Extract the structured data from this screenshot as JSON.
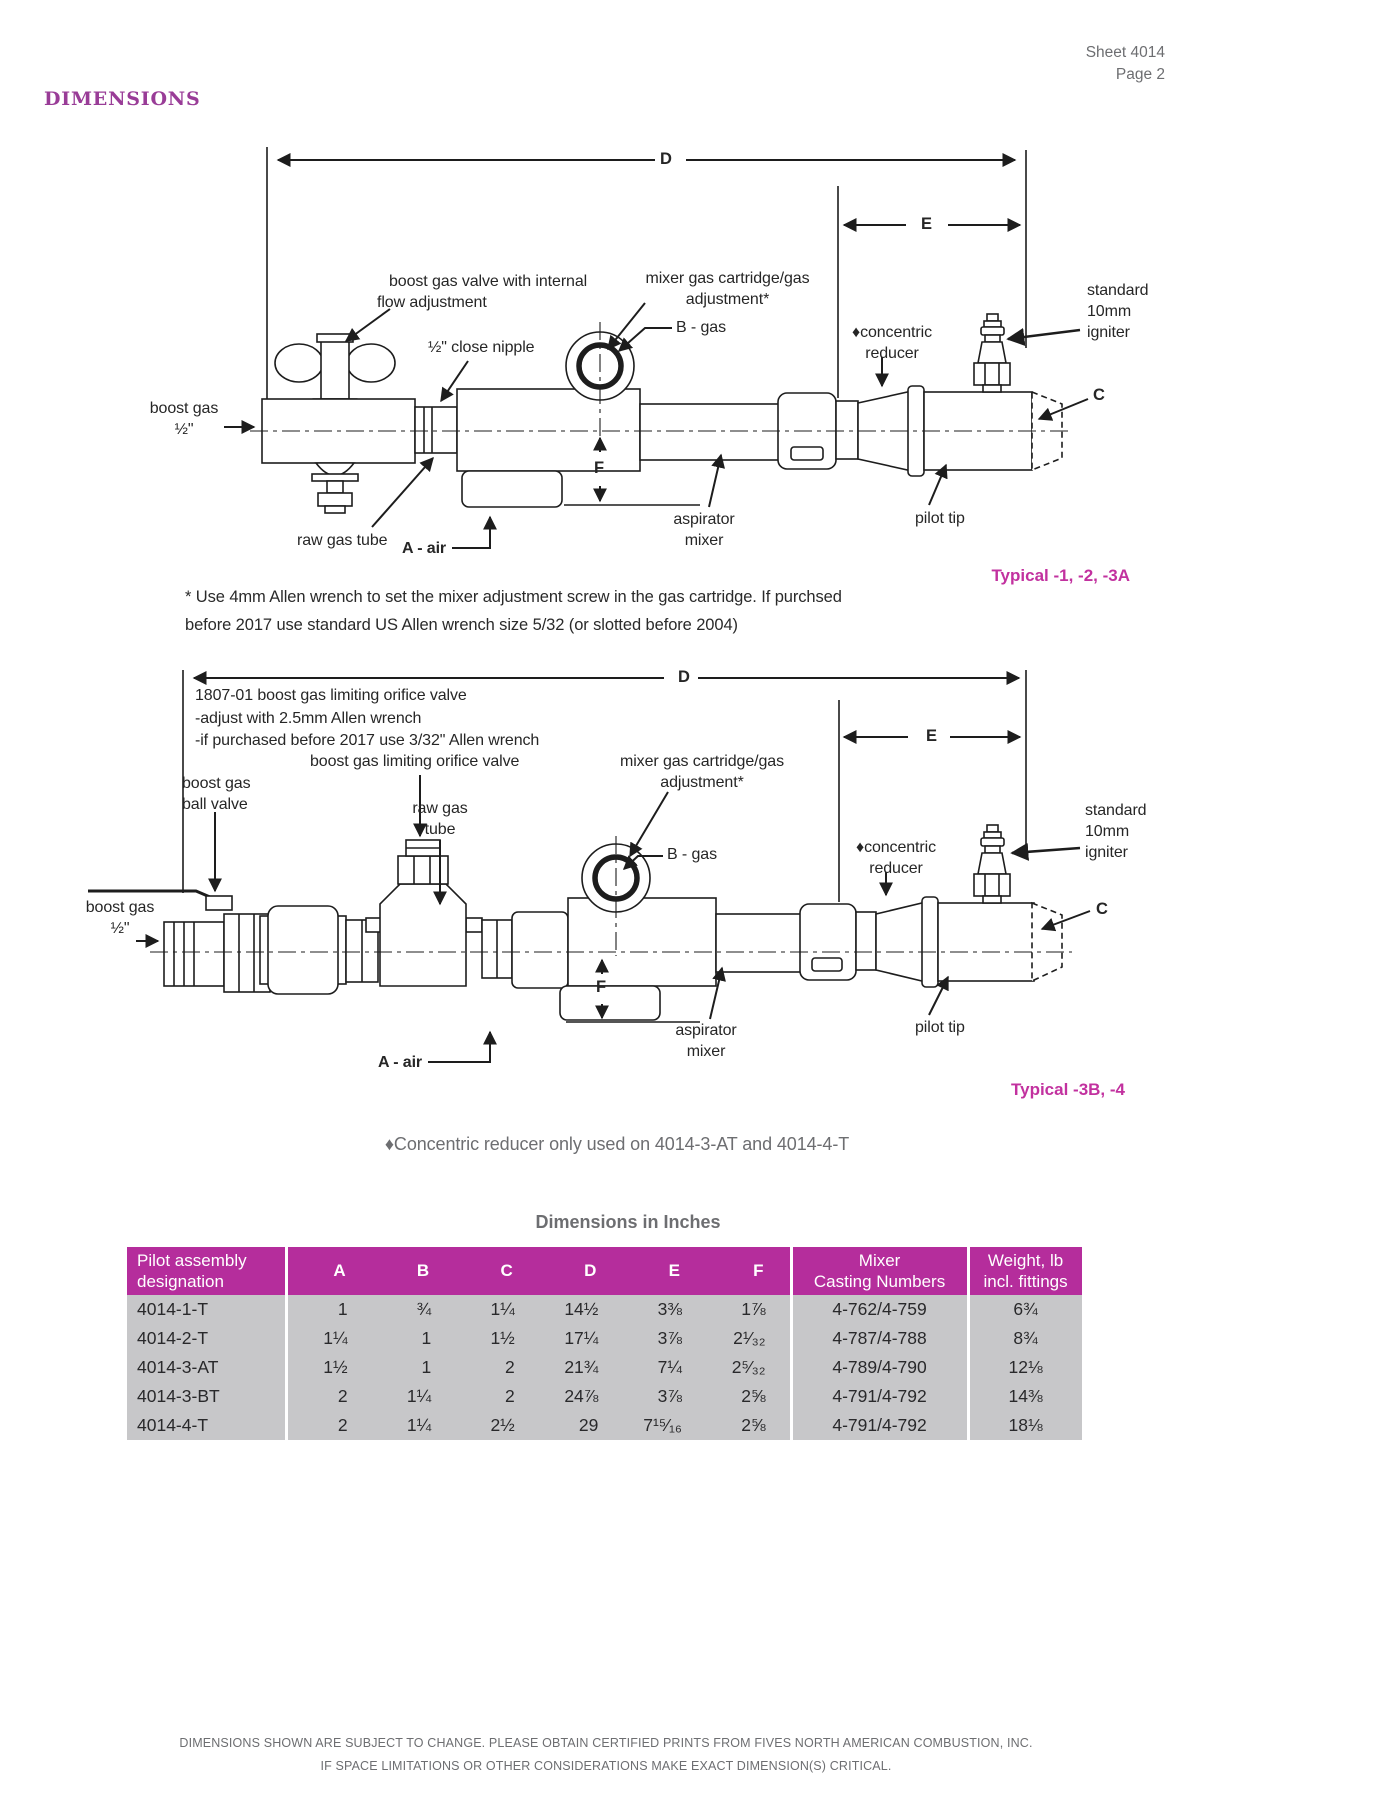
{
  "colors": {
    "accent_magenta": "#b52d9c",
    "title_purple": "#993c97",
    "typical_magenta": "#c2319f",
    "gray_text": "#6d6e71",
    "table_row_gray": "#c7c7c9",
    "ink": "#262626"
  },
  "header": {
    "sheet": "Sheet 4014",
    "page": "Page 2"
  },
  "title": "DIMENSIONS",
  "diagram1": {
    "dim_d": "D",
    "dim_e": "E",
    "dim_f": "F",
    "dim_c": "C",
    "boost_valve_1": "boost gas valve with internal",
    "boost_valve_2": "flow adjustment",
    "close_nipple": "½\" close nipple",
    "mixer_cart_1": "mixer gas cartridge/gas",
    "mixer_cart_2": "adjustment*",
    "b_gas": "B - gas",
    "concentric_1": "♦concentric",
    "concentric_2": "reducer",
    "igniter_1": "standard",
    "igniter_2": "10mm",
    "igniter_3": "igniter",
    "boost_gas_1": "boost gas",
    "boost_gas_2": "½\"",
    "raw_gas": "raw gas tube",
    "a_air": "A - air",
    "aspirator_1": "aspirator",
    "aspirator_2": "mixer",
    "pilot_tip": "pilot tip",
    "typical": "Typical -1, -2, -3A"
  },
  "footnote": {
    "line1": "* Use 4mm Allen wrench to set the mixer adjustment screw in the gas cartridge. If purchsed",
    "line2": "before 2017 use standard US Allen wrench size 5/32 (or slotted before 2004)"
  },
  "diagram2": {
    "dim_d": "D",
    "dim_e": "E",
    "dim_f": "F",
    "dim_c": "C",
    "orifice_note_1": "1807-01 boost gas limiting orifice valve",
    "orifice_note_2": "-adjust with 2.5mm Allen wrench",
    "orifice_note_3": "-if purchased before 2017 use 3/32\" Allen wrench",
    "orifice_valve": "boost gas limiting orifice valve",
    "ball_valve_1": "boost gas",
    "ball_valve_2": "ball valve",
    "raw_gas_1": "raw gas",
    "raw_gas_2": "tube",
    "mixer_cart_1": "mixer gas cartridge/gas",
    "mixer_cart_2": "adjustment*",
    "b_gas": "B - gas",
    "concentric_1": "♦concentric",
    "concentric_2": "reducer",
    "igniter_1": "standard",
    "igniter_2": "10mm",
    "igniter_3": "igniter",
    "boost_gas_1": "boost gas",
    "boost_gas_2": "½\"",
    "a_air": "A - air",
    "aspirator_1": "aspirator",
    "aspirator_2": "mixer",
    "pilot_tip": "pilot tip",
    "typical": "Typical -3B, -4"
  },
  "reducer_note": "♦Concentric reducer only used on 4014-3-AT and 4014-4-T",
  "table": {
    "title": "Dimensions in Inches",
    "headers": {
      "designation": [
        "Pilot assembly",
        "designation"
      ],
      "a": "A",
      "b": "B",
      "c": "C",
      "d": "D",
      "e": "E",
      "f": "F",
      "mixer": [
        "Mixer",
        "Casting Numbers"
      ],
      "weight": [
        "Weight, lb",
        "incl. fittings"
      ]
    },
    "rows": [
      {
        "name": "4014-1-T",
        "a": "1",
        "b": "¾",
        "c": "1¼",
        "d": "14½",
        "e": "3⅜",
        "f": "1⅞",
        "mixer": "4-762/4-759",
        "weight": "6¾"
      },
      {
        "name": "4014-2-T",
        "a": "1¼",
        "b": "1",
        "c": "1½",
        "d": "17¼",
        "e": "3⅞",
        "f": "2¹⁄₃₂",
        "mixer": "4-787/4-788",
        "weight": "8¾"
      },
      {
        "name": "4014-3-AT",
        "a": "1½",
        "b": "1",
        "c": "2",
        "d": "21¾",
        "e": "7¼",
        "f": "2⁵⁄₃₂",
        "mixer": "4-789/4-790",
        "weight": "12⅛"
      },
      {
        "name": "4014-3-BT",
        "a": "2",
        "b": "1¼",
        "c": "2",
        "d": "24⅞",
        "e": "3⅞",
        "f": "2⅝",
        "mixer": "4-791/4-792",
        "weight": "14⅜"
      },
      {
        "name": "4014-4-T",
        "a": "2",
        "b": "1¼",
        "c": "2½",
        "d": "29",
        "e": "7¹⁵⁄₁₆",
        "f": "2⅝",
        "mixer": "4-791/4-792",
        "weight": "18⅛"
      }
    ]
  },
  "disclaimer": {
    "line1": "DIMENSIONS SHOWN ARE SUBJECT TO CHANGE. PLEASE OBTAIN CERTIFIED PRINTS FROM FIVES NORTH AMERICAN COMBUSTION, INC.",
    "line2": "IF SPACE LIMITATIONS OR OTHER CONSIDERATIONS MAKE EXACT DIMENSION(S) CRITICAL."
  }
}
